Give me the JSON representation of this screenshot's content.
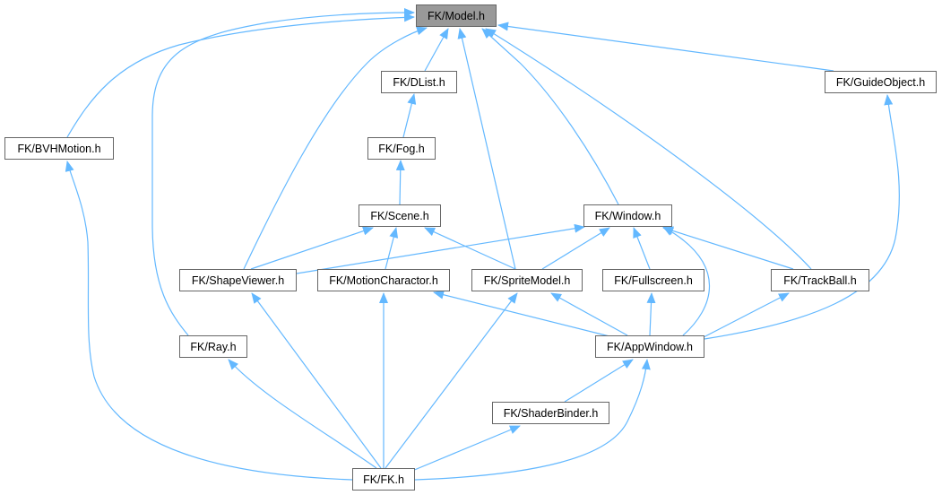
{
  "colors": {
    "edge": "#63b8ff",
    "node_border": "#666666",
    "root_fill": "#999999"
  },
  "nodes": {
    "model": "FK/Model.h",
    "dlist": "FK/DList.h",
    "guideobject": "FK/GuideObject.h",
    "bvhmotion": "FK/BVHMotion.h",
    "fog": "FK/Fog.h",
    "scene": "FK/Scene.h",
    "window": "FK/Window.h",
    "shapeviewer": "FK/ShapeViewer.h",
    "motioncharactor": "FK/MotionCharactor.h",
    "spritemodel": "FK/SpriteModel.h",
    "fullscreen": "FK/Fullscreen.h",
    "trackball": "FK/TrackBall.h",
    "ray": "FK/Ray.h",
    "appwindow": "FK/AppWindow.h",
    "shaderbinder": "FK/ShaderBinder.h",
    "fk": "FK/FK.h"
  },
  "edges": [
    [
      "bvhmotion",
      "model"
    ],
    [
      "ray",
      "model"
    ],
    [
      "shapeviewer",
      "model"
    ],
    [
      "dlist",
      "model"
    ],
    [
      "spritemodel",
      "model"
    ],
    [
      "window",
      "model"
    ],
    [
      "trackball",
      "model"
    ],
    [
      "guideobject",
      "model"
    ],
    [
      "fog",
      "dlist"
    ],
    [
      "scene",
      "fog"
    ],
    [
      "shapeviewer",
      "scene"
    ],
    [
      "motioncharactor",
      "scene"
    ],
    [
      "spritemodel",
      "scene"
    ],
    [
      "shapeviewer",
      "window"
    ],
    [
      "spritemodel",
      "window"
    ],
    [
      "fullscreen",
      "window"
    ],
    [
      "trackball",
      "window"
    ],
    [
      "appwindow",
      "window"
    ],
    [
      "appwindow",
      "motioncharactor"
    ],
    [
      "appwindow",
      "spritemodel"
    ],
    [
      "appwindow",
      "fullscreen"
    ],
    [
      "appwindow",
      "trackball"
    ],
    [
      "appwindow",
      "guideobject"
    ],
    [
      "shaderbinder",
      "appwindow"
    ],
    [
      "fk",
      "bvhmotion"
    ],
    [
      "fk",
      "ray"
    ],
    [
      "fk",
      "shapeviewer"
    ],
    [
      "fk",
      "motioncharactor"
    ],
    [
      "fk",
      "spritemodel"
    ],
    [
      "fk",
      "shaderbinder"
    ],
    [
      "fk",
      "appwindow"
    ]
  ]
}
